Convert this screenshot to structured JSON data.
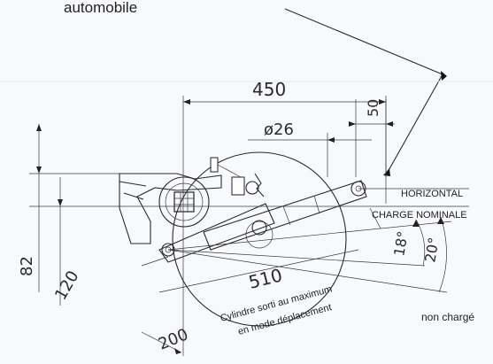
{
  "annotations": {
    "top_label": "automobile",
    "horizontal": "HORIZONTAL",
    "charge_nominale": "CHARGE NOMINALE",
    "non_charge": "non chargé",
    "cylinder_note_line1": "Cylindre sorti au maximum",
    "cylinder_note_line2": "en mode déplacement"
  },
  "dimensions": {
    "d450": "450",
    "d50": "50",
    "d26": "ø26",
    "d510": "510",
    "d82": "82",
    "d120": "120",
    "d200": "200",
    "a18": "18°",
    "a20": "20°"
  }
}
